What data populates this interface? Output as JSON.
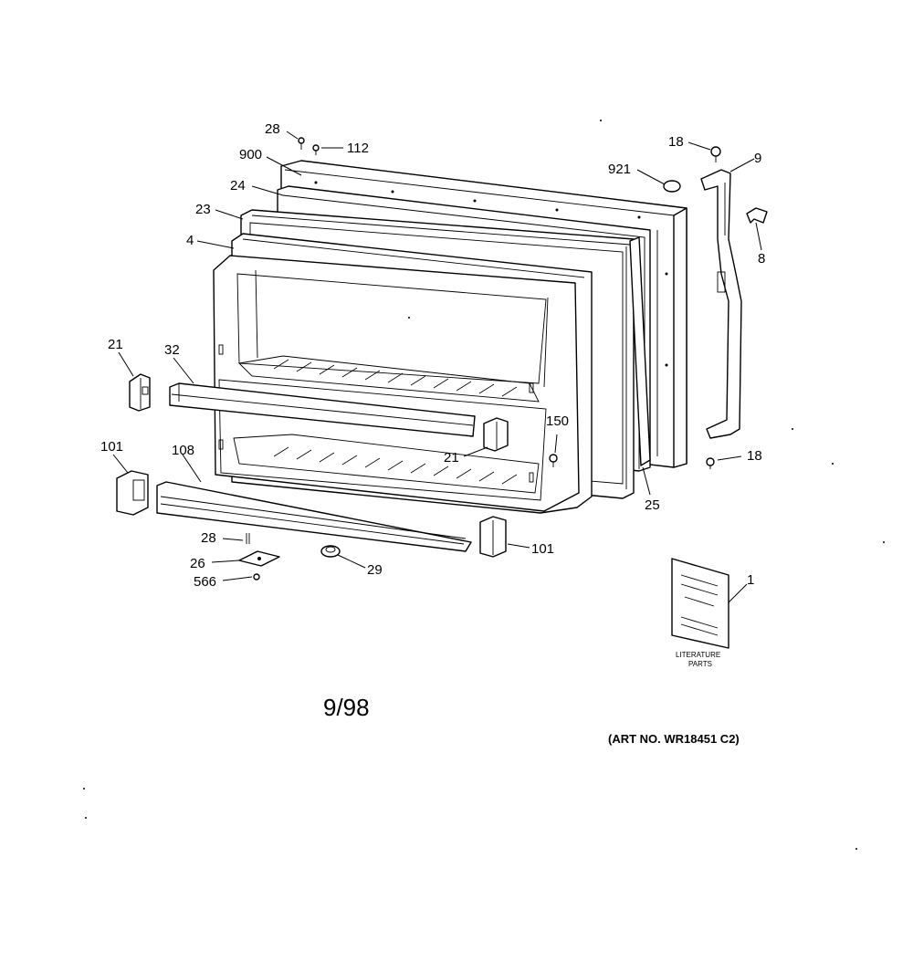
{
  "diagram": {
    "part_labels": {
      "p28_top": "28",
      "p112": "112",
      "p900": "900",
      "p24": "24",
      "p23": "23",
      "p4": "4",
      "p21_left": "21",
      "p32": "32",
      "p101_left": "101",
      "p108": "108",
      "p28_bottom": "28",
      "p26": "26",
      "p566": "566",
      "p29": "29",
      "p101_right": "101",
      "p21_mid": "21",
      "p150": "150",
      "p25": "25",
      "p18_top": "18",
      "p921": "921",
      "p9": "9",
      "p8": "8",
      "p18_bottom": "18",
      "p1": "1"
    },
    "literature": {
      "line1": "LITERATURE",
      "line2": "PARTS"
    },
    "date": "9/98",
    "art_number": "(ART NO. WR18451 C2)"
  }
}
